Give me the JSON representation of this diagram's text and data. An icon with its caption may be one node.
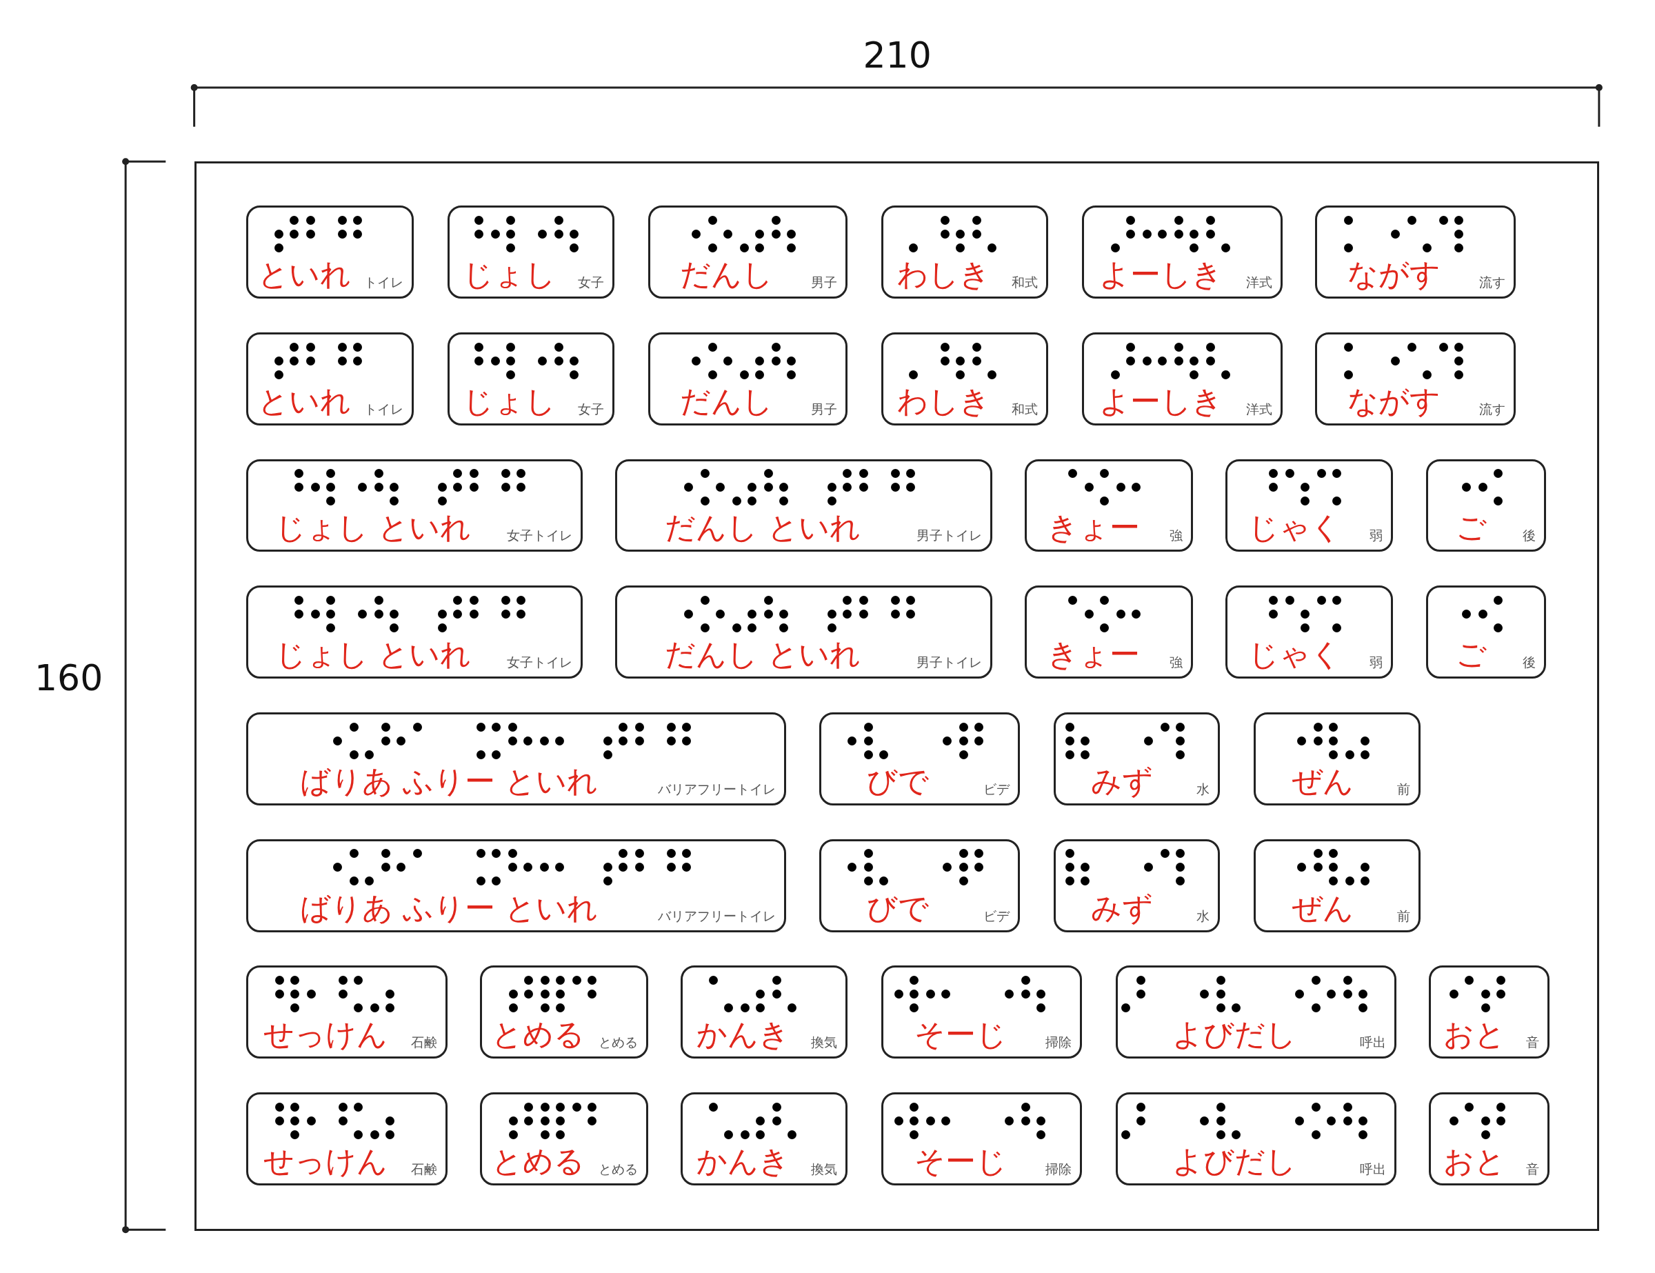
{
  "diagram": {
    "nodes": [
      {
        "text": [],
        "shape": "box"
      },
      {
        "text": [
          "といれ",
          "トイレ"
        ],
        "in": 0
      },
      {
        "text": [
          "じょし",
          "女子"
        ],
        "in": 0
      },
      {
        "text": [
          "だんし",
          "男子"
        ],
        "in": 0
      },
      {
        "text": [
          "わしき",
          "和式"
        ],
        "in": 0
      },
      {
        "text": [
          "よーしき",
          "洋式"
        ],
        "in": 0
      },
      {
        "text": [
          "ながす",
          "流す"
        ],
        "in": 0
      },
      {
        "text": [
          "といれ",
          "トイレ"
        ],
        "in": 0
      },
      {
        "text": [
          "じょし",
          "女子"
        ],
        "in": 0
      },
      {
        "text": [
          "だんし",
          "男子"
        ],
        "in": 0
      },
      {
        "text": [
          "わしき",
          "和式"
        ],
        "in": 0
      },
      {
        "text": [
          "よーしき",
          "洋式"
        ],
        "in": 0
      },
      {
        "text": [
          "ながす",
          "流す"
        ],
        "in": 0
      },
      {
        "text": [
          "じょし といれ",
          "女子トイレ"
        ],
        "in": 0
      },
      {
        "text": [
          "だんし といれ",
          "男子トイレ"
        ],
        "in": 0
      },
      {
        "text": [
          "きょー",
          "強"
        ],
        "in": 0
      },
      {
        "text": [
          "じゃく",
          "弱"
        ],
        "in": 0
      },
      {
        "text": [
          "ご",
          "後"
        ],
        "in": 0
      },
      {
        "text": [
          "じょし といれ",
          "女子トイレ"
        ],
        "in": 0
      },
      {
        "text": [
          "だんし といれ",
          "男子トイレ"
        ],
        "in": 0
      },
      {
        "text": [
          "きょー",
          "強"
        ],
        "in": 0
      },
      {
        "text": [
          "じゃく",
          "弱"
        ],
        "in": 0
      },
      {
        "text": [
          "ご",
          "後"
        ],
        "in": 0
      },
      {
        "text": [
          "ばりあ ふりー といれ",
          "バリアフリートイレ"
        ],
        "in": 0
      },
      {
        "text": [
          "びで",
          "ビデ"
        ],
        "in": 0
      },
      {
        "text": [
          "みず",
          "水"
        ],
        "in": 0
      },
      {
        "text": [
          "ぜん",
          "前"
        ],
        "in": 0
      },
      {
        "text": [
          "ばりあ ふりー といれ",
          "バリアフリートイレ"
        ],
        "in": 0
      },
      {
        "text": [
          "びで",
          "ビデ"
        ],
        "in": 0
      },
      {
        "text": [
          "みず",
          "水"
        ],
        "in": 0
      },
      {
        "text": [
          "ぜん",
          "前"
        ],
        "in": 0
      },
      {
        "text": [
          "せっけん",
          "石鹸"
        ],
        "in": 0
      },
      {
        "text": [
          "とめる",
          "とめる"
        ],
        "in": 0
      },
      {
        "text": [
          "かんき",
          "換気"
        ],
        "in": 0
      },
      {
        "text": [
          "そーじ",
          "掃除"
        ],
        "in": 0
      },
      {
        "text": [
          "よびだし",
          "呼出"
        ],
        "in": 0
      },
      {
        "text": [
          "おと",
          "音"
        ],
        "in": 0
      },
      {
        "text": [
          "せっけん",
          "石鹸"
        ],
        "in": 0
      },
      {
        "text": [
          "とめる",
          "とめる"
        ],
        "in": 0
      },
      {
        "text": [
          "かんき",
          "換気"
        ],
        "in": 0
      },
      {
        "text": [
          "そーじ",
          "掃除"
        ],
        "in": 0
      },
      {
        "text": [
          "よびだし",
          "呼出"
        ],
        "in": 0
      },
      {
        "text": [
          "おと",
          "音"
        ],
        "in": 0
      }
    ],
    "labels": [
      "210",
      "160"
    ]
  }
}
